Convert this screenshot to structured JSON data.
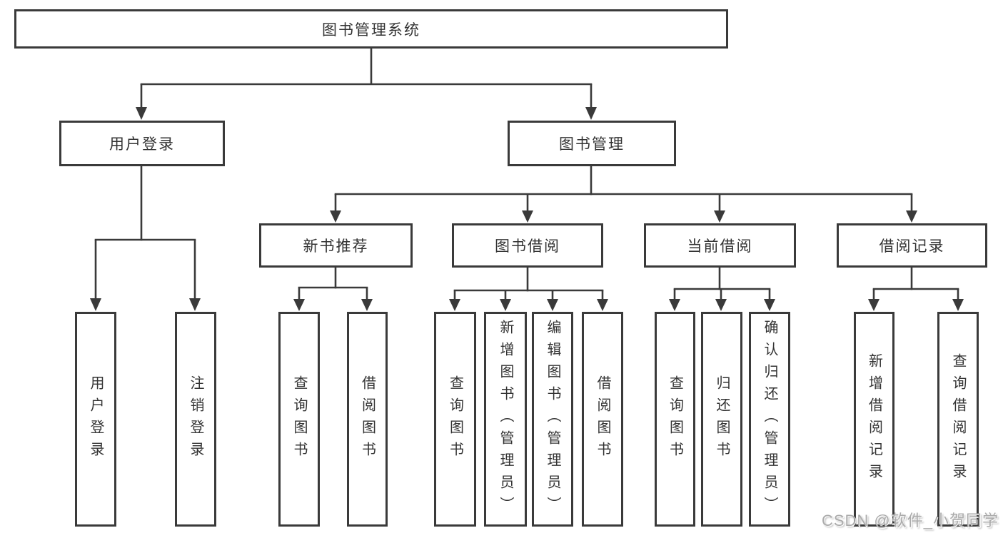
{
  "colors": {
    "line": "#3a3a3a",
    "text": "#333333",
    "background": "#ffffff",
    "watermark": "#ababab"
  },
  "tree": {
    "root": {
      "label": "图书管理系统"
    },
    "branches": [
      {
        "label": "用户登录",
        "leaves": [
          "用户登录",
          "注销登录"
        ]
      },
      {
        "label": "图书管理",
        "groups": [
          {
            "label": "新书推荐",
            "leaves": [
              "查询图书",
              "借阅图书"
            ]
          },
          {
            "label": "图书借阅",
            "leaves": [
              "查询图书",
              "新增图书（管理员）",
              "编辑图书（管理员）",
              "借阅图书"
            ]
          },
          {
            "label": "当前借阅",
            "leaves": [
              "查询图书",
              "归还图书",
              "确认归还（管理员）"
            ]
          },
          {
            "label": "借阅记录",
            "leaves": [
              "新增借阅记录",
              "查询借阅记录"
            ]
          }
        ]
      }
    ]
  },
  "watermark": {
    "label": "CSDN @软件_小贺同学"
  }
}
